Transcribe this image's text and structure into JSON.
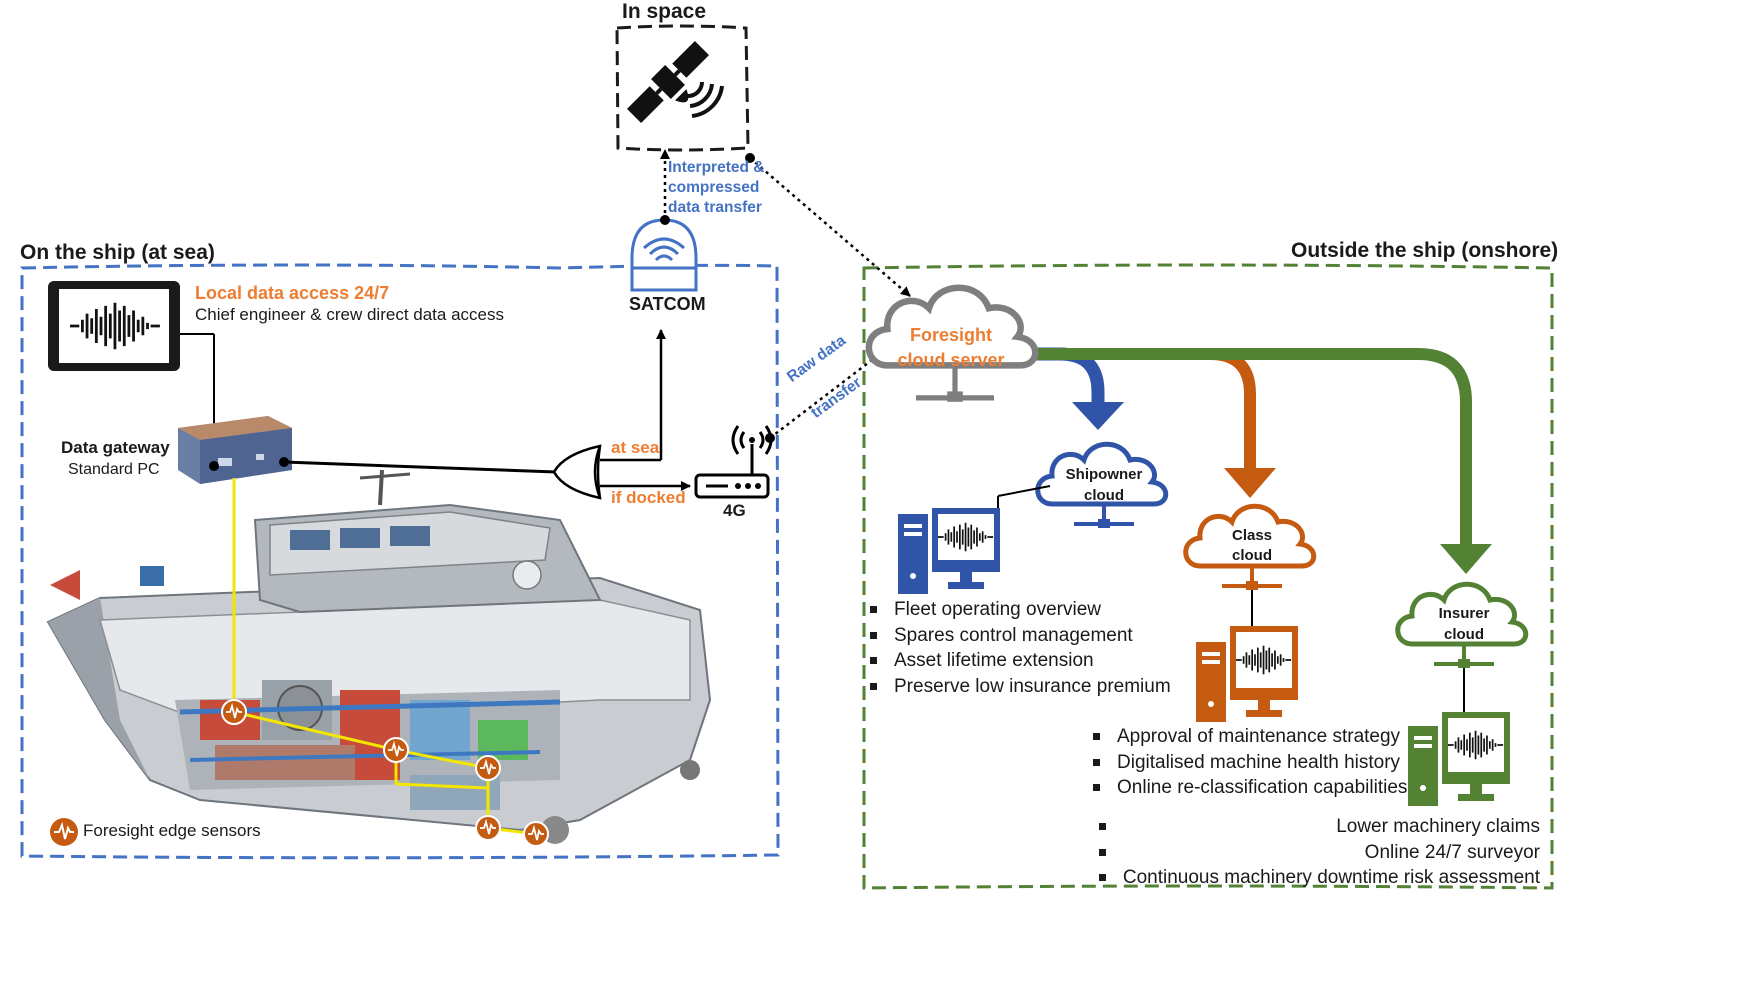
{
  "colors": {
    "ship_region": "#4472c4",
    "onshore_region": "#548235",
    "space_region": "#1a1a1a",
    "foresight": "#ed7d31",
    "shipowner": "#2f54a8",
    "class": "#c55a11",
    "insurer": "#548235",
    "cloud_outline": "#7f7f7f",
    "wire_yellow": "#f3e600"
  },
  "regions": {
    "space": "In space",
    "ship": "On the ship (at sea)",
    "onshore": "Outside the ship (onshore)"
  },
  "satellite": {
    "icon": "satellite-icon"
  },
  "satcom": {
    "label": "SATCOM",
    "icon": "satcom-dome-icon"
  },
  "links": {
    "interpreted_line1": "Interpreted &",
    "interpreted_line2": "compressed",
    "interpreted_line3": "data transfer",
    "raw_line1": "Raw data",
    "raw_line2": "transfer"
  },
  "local_access": {
    "title": "Local data access 24/7",
    "subtitle": "Chief engineer & crew direct data access",
    "icon": "tablet-waveform-icon"
  },
  "gateway": {
    "title": "Data gateway",
    "subtitle": "Standard PC",
    "icon": "industrial-pc-icon"
  },
  "switch": {
    "at_sea": "at sea",
    "if_docked": "if docked",
    "icon": "or-gate-icon"
  },
  "router": {
    "label": "4G",
    "icon": "router-icon"
  },
  "sensors": {
    "legend": "Foresight edge sensors",
    "icon": "waveform-sensor-icon"
  },
  "foresight_cloud": {
    "line1": "Foresight",
    "line2": "cloud server",
    "icon": "cloud-server-icon"
  },
  "shipowner": {
    "line1": "Shipowner",
    "line2": "cloud",
    "bullets": [
      "Fleet operating overview",
      "Spares control management",
      "Asset lifetime extension",
      "Preserve low insurance premium"
    ]
  },
  "class": {
    "line1": "Class",
    "line2": "cloud",
    "bullets": [
      "Approval of maintenance strategy",
      "Digitalised machine health history",
      "Online re-classification capabilities"
    ]
  },
  "insurer": {
    "line1": "Insurer",
    "line2": "cloud",
    "bullets": [
      "Lower machinery claims",
      "Online 24/7 surveyor",
      "Continuous machinery downtime risk assessment"
    ]
  },
  "ship": {
    "icon": "vessel-cutaway-icon"
  }
}
